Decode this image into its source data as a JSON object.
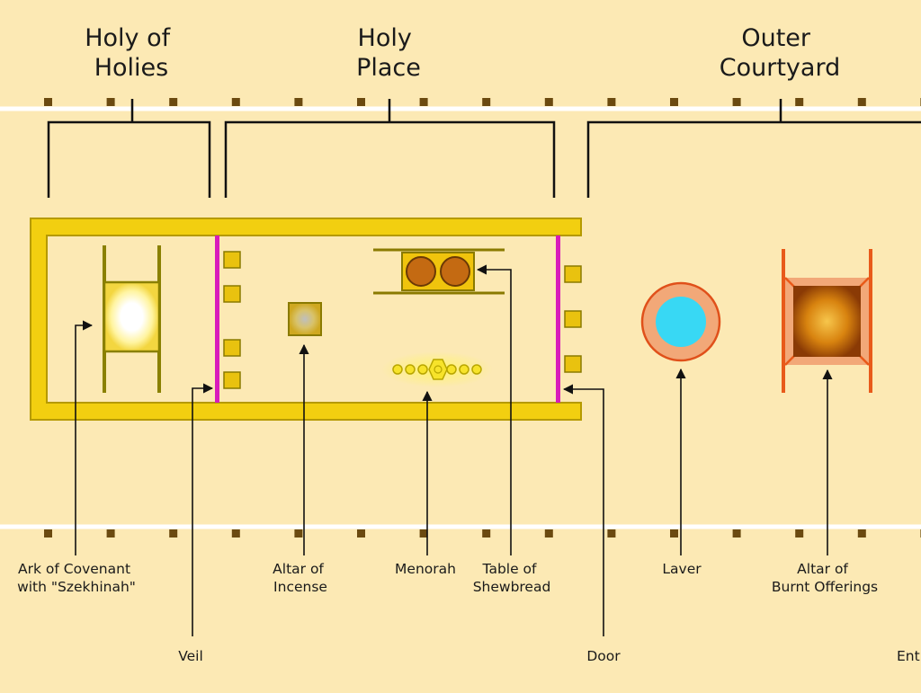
{
  "sections": {
    "holy_of_holies": [
      "Holy of",
      "Holies"
    ],
    "holy_place": [
      "Holy",
      "Place"
    ],
    "outer_courtyard": [
      "Outer",
      "Courtyard"
    ]
  },
  "labels": {
    "ark": [
      "Ark of Covenant",
      "with \"Szekhinah\""
    ],
    "altar_incense": [
      "Altar of",
      "Incense"
    ],
    "menorah": "Menorah",
    "shewbread": [
      "Table of",
      "Shewbread"
    ],
    "laver": "Laver",
    "altar_burnt": [
      "Altar of",
      "Burnt Offerings"
    ],
    "veil": "Veil",
    "door": "Door",
    "entrance": "Ent"
  },
  "colors": {
    "background": "#fce9b4",
    "gold": "#d8b808",
    "gold_dark": "#8a7a00",
    "veil": "#d81bbb",
    "post": "#6b4a10",
    "laver_rim": "#f2a878",
    "laver_water": "#38d8f4",
    "altar_frame": "#e85a1a",
    "bread": "#c46a12"
  }
}
